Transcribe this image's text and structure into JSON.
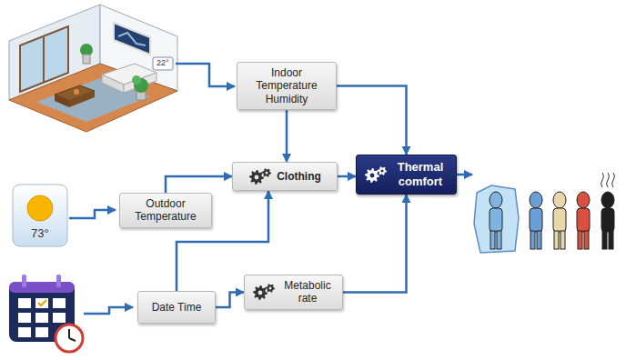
{
  "diagram": {
    "nodes": [
      {
        "text": [
          "Indoor Temperature Humidity"
        ]
      },
      {
        "text": [
          "Clothing"
        ]
      },
      {
        "text": [
          "Thermal comfort"
        ]
      },
      {
        "text": [
          "Outdoor Temperature"
        ]
      },
      {
        "text": [
          "Metabolic rate"
        ]
      },
      {
        "text": [
          "Date Time"
        ]
      }
    ],
    "edges": [
      {
        "from": 0,
        "to": 1,
        "arrow": "to"
      },
      {
        "from": 0,
        "to": 2,
        "arrow": "to"
      },
      {
        "from": 3,
        "to": 1,
        "arrow": "to"
      },
      {
        "from": 1,
        "to": 2,
        "arrow": "to"
      },
      {
        "from": 5,
        "to": 1,
        "arrow": "to"
      },
      {
        "from": 5,
        "to": 4,
        "arrow": "to"
      },
      {
        "from": 4,
        "to": 2,
        "arrow": "to"
      }
    ],
    "labels": [
      "22°",
      "73°"
    ]
  }
}
